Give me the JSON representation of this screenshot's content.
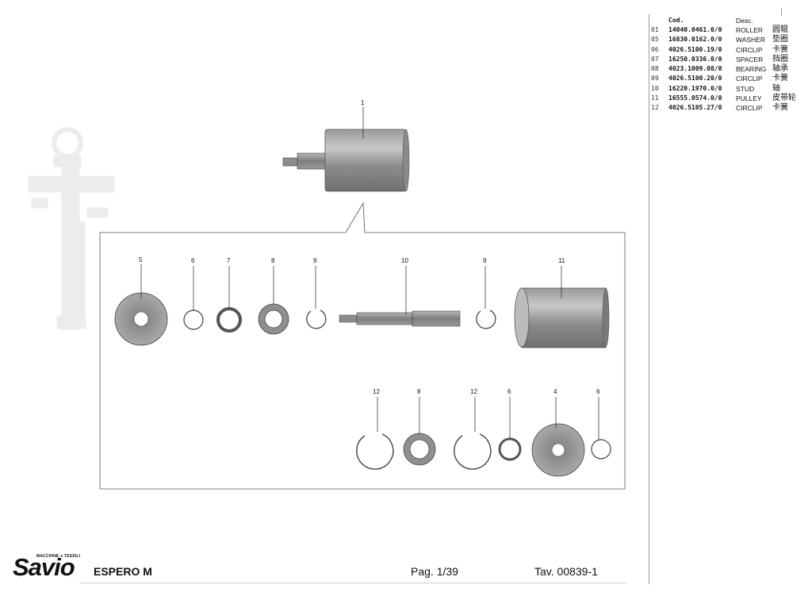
{
  "parts_list": {
    "header": {
      "code": "Cod.",
      "desc": "Desc."
    },
    "rows": [
      {
        "idx": "01",
        "code": "14040.0461.0/0",
        "desc": "ROLLER",
        "desc_zh": "圆辊"
      },
      {
        "idx": "05",
        "code": "16830.0162.0/0",
        "desc": "WASHER",
        "desc_zh": "垫圈"
      },
      {
        "idx": "06",
        "code": "4026.5100.19/0",
        "desc": "CIRCLIP",
        "desc_zh": "卡簧"
      },
      {
        "idx": "07",
        "code": "16250.0336.0/0",
        "desc": "SPACER",
        "desc_zh": "挡圈"
      },
      {
        "idx": "08",
        "code": "4023.1009.08/0",
        "desc": "BEARING",
        "desc_zh": "轴承"
      },
      {
        "idx": "09",
        "code": "4026.5100.20/0",
        "desc": "CIRCLIP",
        "desc_zh": "卡簧"
      },
      {
        "idx": "10",
        "code": "16220.1970.0/0",
        "desc": "STUD",
        "desc_zh": "轴"
      },
      {
        "idx": "11",
        "code": "16555.0574.0/0",
        "desc": "PULLEY",
        "desc_zh": "皮带轮"
      },
      {
        "idx": "12",
        "code": "4026.5105.27/0",
        "desc": "CIRCLIP",
        "desc_zh": "卡簧"
      }
    ]
  },
  "callouts": {
    "c1": "1",
    "c5": "5",
    "c6a": "6",
    "c7": "7",
    "c8a": "8",
    "c9a": "9",
    "c10": "10",
    "c9b": "9",
    "c11": "11",
    "c12a": "12",
    "c8b": "8",
    "c12b": "12",
    "c6b": "6",
    "c4": "4",
    "c6c": "6"
  },
  "footer": {
    "brand_tagline": "MACCHINE ● TESSILI",
    "brand": "Savio",
    "model": "ESPERO M",
    "page": "Pag. 1/39",
    "table": "Tav. 00839-1"
  }
}
